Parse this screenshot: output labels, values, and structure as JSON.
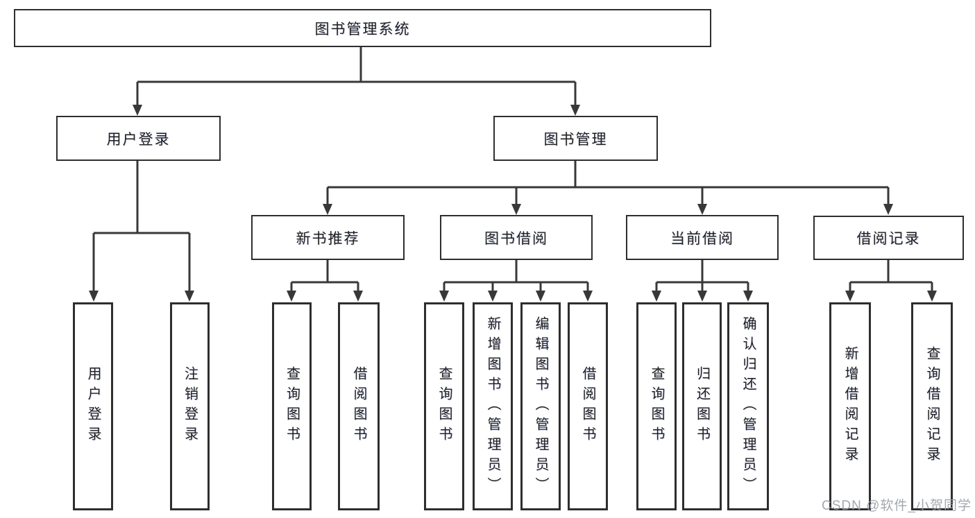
{
  "tree": {
    "label": "图书管理系统",
    "children": [
      {
        "label": "用户登录",
        "children": [
          {
            "label": "用户登录"
          },
          {
            "label": "注销登录"
          }
        ]
      },
      {
        "label": "图书管理",
        "children": [
          {
            "label": "新书推荐",
            "children": [
              {
                "label": "查询图书"
              },
              {
                "label": "借阅图书"
              }
            ]
          },
          {
            "label": "图书借阅",
            "children": [
              {
                "label": "查询图书"
              },
              {
                "label": "新增图书（管理员）"
              },
              {
                "label": "编辑图书（管理员）"
              },
              {
                "label": "借阅图书"
              }
            ]
          },
          {
            "label": "当前借阅",
            "children": [
              {
                "label": "查询图书"
              },
              {
                "label": "归还图书"
              },
              {
                "label": "确认归还（管理员）"
              }
            ]
          },
          {
            "label": "借阅记录",
            "children": [
              {
                "label": "新增借阅记录"
              },
              {
                "label": "查询借阅记录"
              }
            ]
          }
        ]
      }
    ]
  },
  "watermark": {
    "text": "CSDN @软件_小贺同学"
  },
  "colors": {
    "box_border": "#2e2e2e",
    "connector": "#383838",
    "text": "#202020",
    "watermark_text": "#989ea6",
    "background": "#ffffff"
  }
}
